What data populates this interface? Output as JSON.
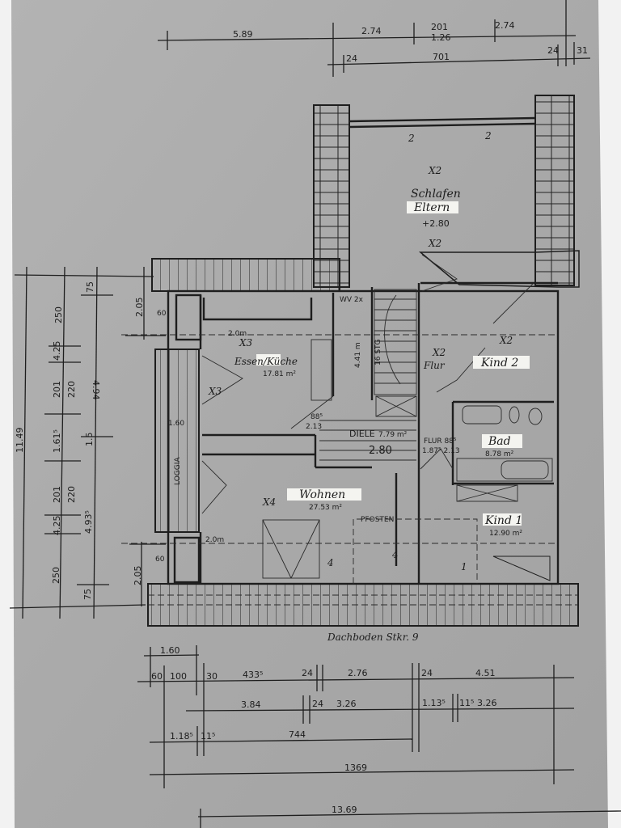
{
  "title": "Dachboden Stkr. 9",
  "top_dimensions": {
    "row1": [
      "5.89",
      "2.74",
      "201",
      "1.26",
      "2.74"
    ],
    "row2": [
      "24",
      "701",
      "24",
      "31"
    ]
  },
  "left_dimensions": {
    "total": "11.49",
    "inner": [
      "250",
      "4.25",
      "201",
      "220",
      "1.61⁵",
      "201",
      "220",
      "4.25",
      "250"
    ],
    "middle": [
      "75",
      "4.94",
      "1.5",
      "4.93⁵",
      "75"
    ],
    "offsets": [
      "2.05",
      "2.05"
    ]
  },
  "rooms": {
    "schlafen": {
      "name": "Schlafen",
      "name2": "Eltern",
      "height": "+2.80"
    },
    "essen": {
      "name": "Essen/Küche",
      "area": "17.81 m²"
    },
    "kind2": {
      "name": "Kind 2"
    },
    "flur_hand": {
      "name": "Flur"
    },
    "bad": {
      "name": "Bad",
      "area": "8.78 m²"
    },
    "diele": {
      "name": "DIELE",
      "area": "7.79 m²",
      "height": "2.80"
    },
    "flur": {
      "name": "FLUR 88⁵",
      "dims": "1.87⁵ 2.13"
    },
    "wohnen": {
      "name": "Wohnen",
      "area": "27.53 m²"
    },
    "pfosten": {
      "name": "PFOSTEN"
    },
    "kind1": {
      "name": "Kind 1",
      "area": "12.90 m²"
    },
    "loggia": {
      "name": "LOGGIA",
      "width": "1.60"
    }
  },
  "plan_labels": {
    "sixty_top": "60",
    "sixty_bottom": "60",
    "clear_top": "2.0m",
    "clear_bottom": "2.0m",
    "door_kitchen_w": "88⁵",
    "door_kitchen_h": "2.13",
    "stair": "4.41 m",
    "stair_steps": "16 STG",
    "wv": "WV 2x"
  },
  "annotations": [
    "X2",
    "X2",
    "X2",
    "X3",
    "X3",
    "X4",
    "X2",
    "2",
    "2",
    "4",
    "4",
    "1"
  ],
  "bottom_dimensions": {
    "row1": [
      "1.60"
    ],
    "row2": [
      "60",
      "100",
      "30",
      "433⁵",
      "24",
      "2.76",
      "24",
      "4.51"
    ],
    "row3": [
      "3.84",
      "24",
      "3.26",
      "1.13⁵",
      "11⁵",
      "3.26"
    ],
    "row4": [
      "1.18⁵",
      "11⁵",
      "744"
    ],
    "row5": [
      "1369"
    ],
    "row6": [
      "13.69"
    ]
  },
  "colors": {
    "paper": "#ababab",
    "ink": "#1e1e1e",
    "highlight": "#f4f4f0"
  }
}
